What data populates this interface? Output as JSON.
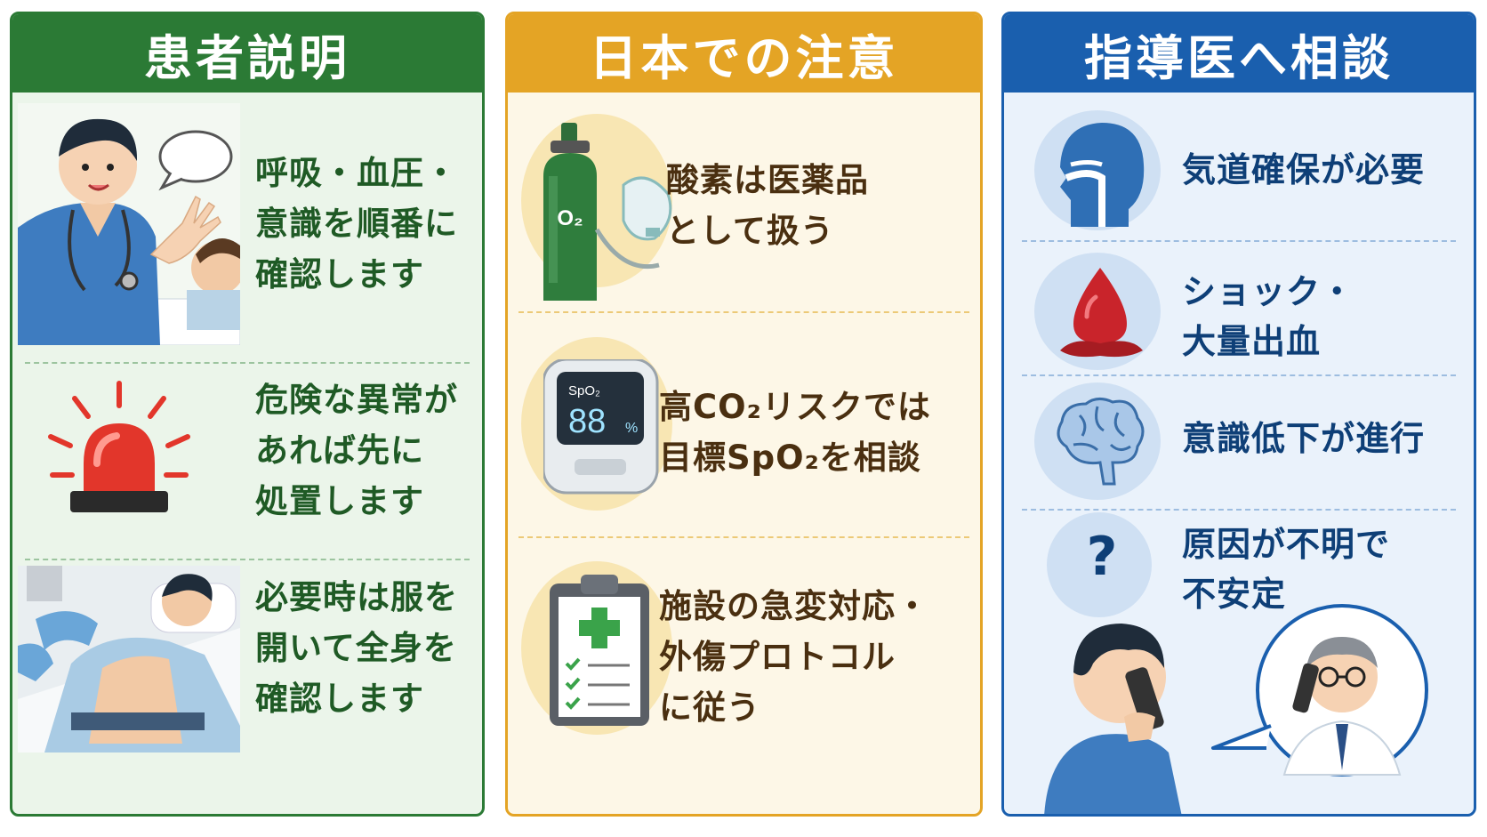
{
  "panels": [
    {
      "title": "患者説明",
      "items": [
        {
          "lines": [
            "呼吸・血圧・",
            "意識を順番に",
            "確認します"
          ]
        },
        {
          "lines": [
            "危険な異常が",
            "あれば先に",
            "処置します"
          ]
        },
        {
          "lines": [
            "必要時は服を",
            "開いて全身を",
            "確認します"
          ]
        }
      ]
    },
    {
      "title": "日本での注意",
      "items": [
        {
          "lines": [
            "酸素は医薬品",
            "として扱う"
          ]
        },
        {
          "lines": [
            "高CO₂リスクでは",
            "目標SpO₂を相談"
          ]
        },
        {
          "lines": [
            "施設の急変対応・",
            "外傷プロトコル",
            "に従う"
          ]
        }
      ]
    },
    {
      "title": "指導医へ相談",
      "items": [
        {
          "lines": [
            "気道確保が必要"
          ]
        },
        {
          "lines": [
            "ショック・",
            "大量出血"
          ]
        },
        {
          "lines": [
            "意識低下が進行"
          ]
        },
        {
          "lines": [
            "原因が不明で",
            "不安定"
          ]
        }
      ]
    }
  ],
  "illustrations": {
    "o2_label": "O₂",
    "oximeter_label": "SpO₂",
    "oximeter_value": "88",
    "oximeter_unit": "%",
    "question_mark": "?"
  },
  "colors": {
    "green": "#2b7a35",
    "amber": "#e4a425",
    "blue": "#1a5fae"
  }
}
